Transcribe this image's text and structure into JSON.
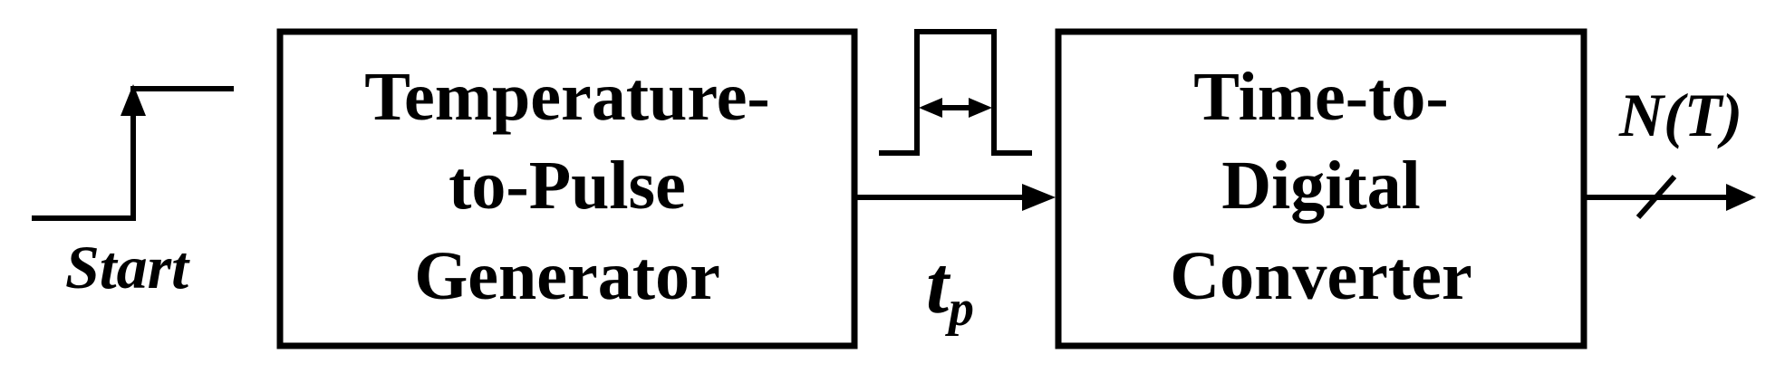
{
  "blocks": {
    "generator": {
      "lines": [
        "Temperature-",
        "to-Pulse",
        "Generator"
      ]
    },
    "converter": {
      "lines": [
        "Time-to-",
        "Digital",
        "Converter"
      ]
    }
  },
  "labels": {
    "start": "Start",
    "pulse_main": "t",
    "pulse_sub": "p",
    "output": "N(T)"
  },
  "colors": {
    "ink": "#000000",
    "background": "#ffffff"
  }
}
